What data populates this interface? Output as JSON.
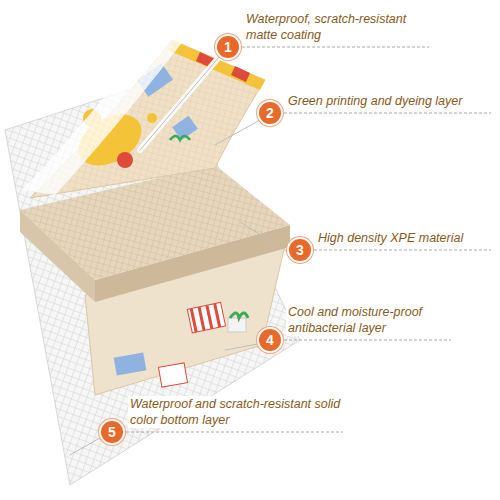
{
  "diagram": {
    "nodes": [
      {
        "text": [
          "1"
        ]
      },
      {
        "text": [
          "2"
        ]
      },
      {
        "text": [
          "3"
        ]
      },
      {
        "text": [
          "4"
        ]
      },
      {
        "text": [
          "5"
        ]
      }
    ],
    "labels": [
      "Waterproof, scratch-resistant matte coating",
      "Green printing and dyeing layer",
      "High density XPE material",
      "Cool and moisture-proof antibacterial layer",
      "Waterproof and scratch-resistant solid color bottom layer"
    ]
  }
}
